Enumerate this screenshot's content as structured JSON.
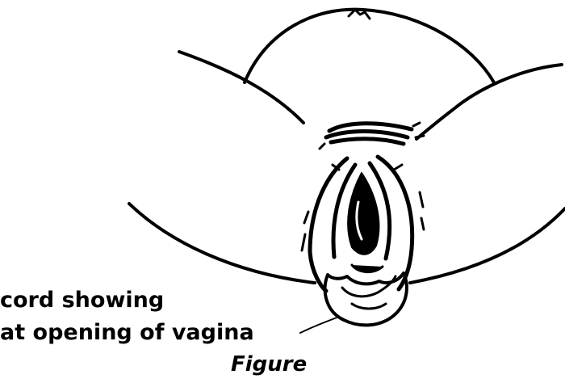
{
  "illustration": {
    "label_line_1": "cord showing",
    "label_line_2": "at opening of vagina",
    "caption": "Figure",
    "ink_color": "#000000",
    "background_color": "#ffffff"
  }
}
